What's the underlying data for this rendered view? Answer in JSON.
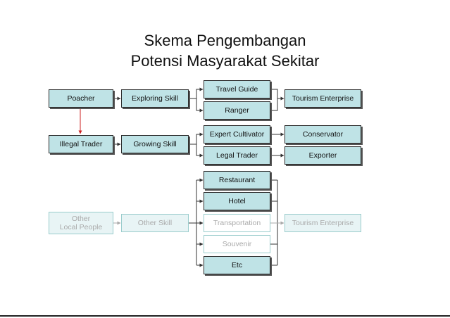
{
  "title": {
    "line1": "Skema Pengembangan",
    "line2": "Potensi Masyarakat Sekitar"
  },
  "nodes": {
    "poacher": "Poacher",
    "exploring_skill": "Exploring Skill",
    "travel_guide": "Travel Guide",
    "ranger": "Ranger",
    "tourism_enterprise_1": "Tourism Enterprise",
    "illegal_trader": "Illegal Trader",
    "growing_skill": "Growing Skill",
    "expert_cultivator": "Expert Cultivator",
    "legal_trader": "Legal Trader",
    "conservator": "Conservator",
    "exporter": "Exporter",
    "restaurant": "Restaurant",
    "hotel": "Hotel",
    "other_local_people": "Other\nLocal People",
    "other_skill": "Other Skill",
    "transportation": "Transportation",
    "souvenir": "Souvenir",
    "etc": "Etc",
    "tourism_enterprise_2": "Tourism Enterprise"
  },
  "colors": {
    "box_fill": "#bfe3e6",
    "box_border": "#2b2b2b",
    "faded_fill": "#e8f4f5",
    "faded_text": "#aaaaaa",
    "arrow_red": "#cc2222",
    "line": "#333333"
  }
}
